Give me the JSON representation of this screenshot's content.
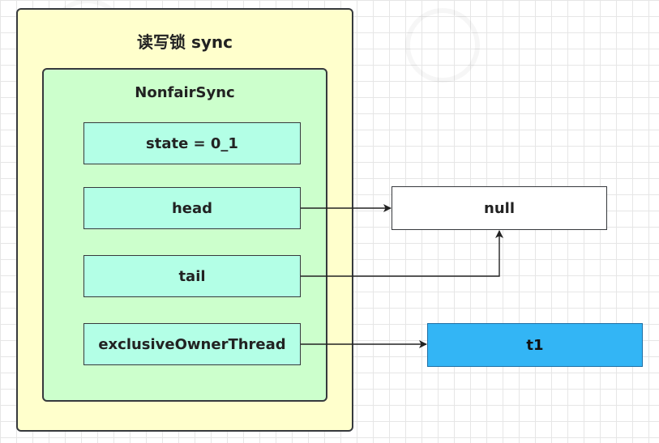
{
  "outer": {
    "title": "读写锁 sync"
  },
  "inner": {
    "title": "NonfairSync"
  },
  "fields": {
    "state": "state = 0_1",
    "head": "head",
    "tail": "tail",
    "owner": "exclusiveOwnerThread"
  },
  "targets": {
    "null": "null",
    "t1": "t1"
  },
  "colors": {
    "outer_fill": "#ffffcc",
    "inner_fill": "#ccffcc",
    "field_fill": "#b3ffe6",
    "t1_fill": "#33b5f5",
    "stroke": "#36393d"
  }
}
